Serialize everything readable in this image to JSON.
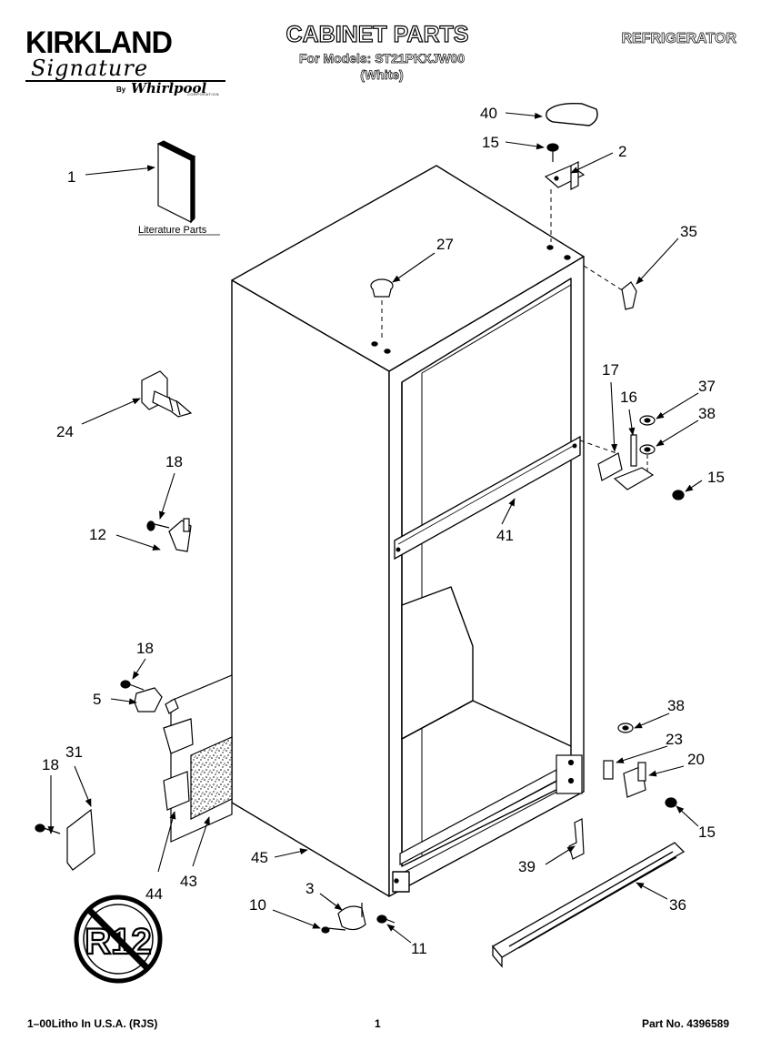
{
  "header": {
    "brand_name": "KIRKLAND",
    "brand_signature": "Signature",
    "brand_by": "By",
    "brand_maker": "Whirlpool",
    "brand_maker_suffix": "CORPORATION",
    "title": "CABINET PARTS",
    "models_line": "For Models: ST21PKXJW00",
    "variant": "(White)",
    "category": "REFRIGERATOR"
  },
  "literature_label": "Literature Parts",
  "callouts": [
    "40",
    "15",
    "2",
    "1",
    "27",
    "35",
    "24",
    "17",
    "16",
    "37",
    "38",
    "15",
    "18",
    "12",
    "41",
    "18",
    "5",
    "38",
    "23",
    "20",
    "18",
    "31",
    "15",
    "45",
    "39",
    "36",
    "44",
    "43",
    "3",
    "10",
    "11"
  ],
  "badge": {
    "text": "R12",
    "icon": "no-r12-refrigerant-icon"
  },
  "footer": {
    "left": "1–00Litho In U.S.A. (RJS)",
    "center": "1",
    "right": "Part No. 4396589"
  }
}
